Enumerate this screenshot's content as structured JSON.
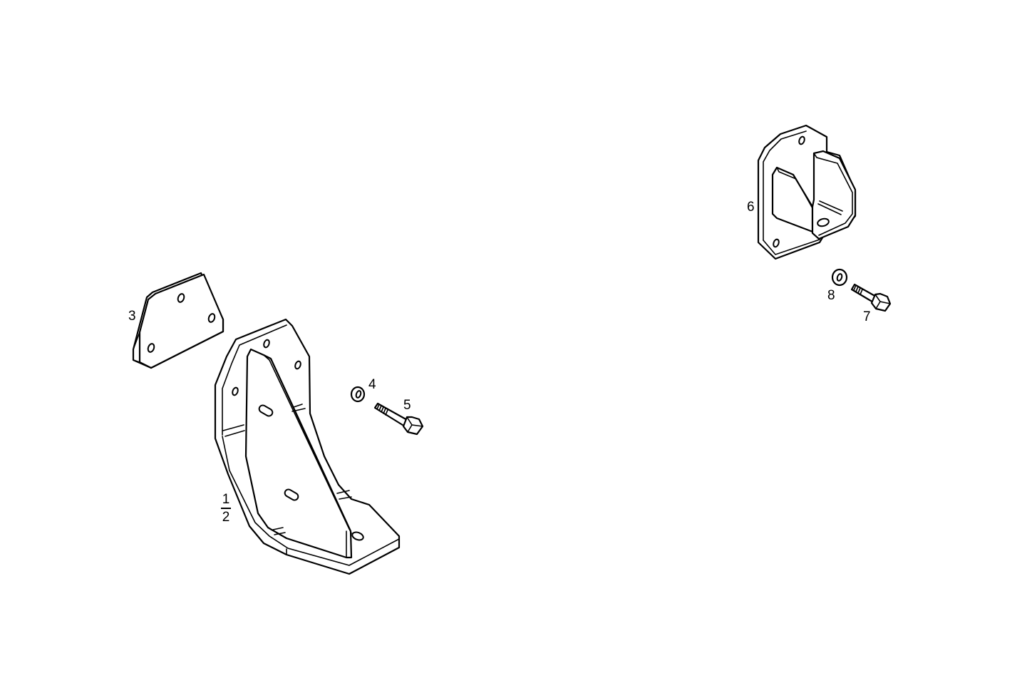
{
  "diagram": {
    "type": "exploded-parts-diagram",
    "background": "#ffffff",
    "line_color": "#000000",
    "groups": [
      {
        "name": "left-assembly",
        "parts": [
          {
            "id": "1/2",
            "description": "L-shaped mounting bracket with slotted holes"
          },
          {
            "id": "3",
            "description": "flat plate with three holes"
          },
          {
            "id": "4",
            "description": "washer"
          },
          {
            "id": "5",
            "description": "hex bolt"
          }
        ]
      },
      {
        "name": "right-assembly",
        "parts": [
          {
            "id": "6",
            "description": "U-channel bracket on back plate"
          },
          {
            "id": "7",
            "description": "hex bolt"
          },
          {
            "id": "8",
            "description": "washer"
          }
        ]
      }
    ]
  },
  "labels": {
    "part_1": "1",
    "part_2": "2",
    "part_3": "3",
    "part_4": "4",
    "part_5": "5",
    "part_6": "6",
    "part_7": "7",
    "part_8": "8"
  }
}
